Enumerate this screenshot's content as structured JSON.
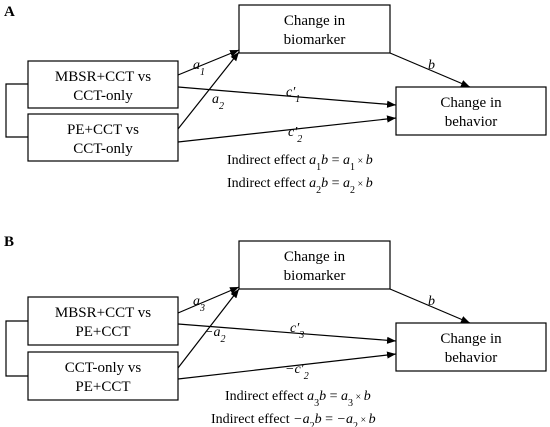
{
  "panelA": {
    "label": "A",
    "mediator": [
      "Change in",
      "biomarker"
    ],
    "x1": [
      "MBSR+CCT vs",
      "CCT-only"
    ],
    "x2": [
      "PE+CCT vs",
      "CCT-only"
    ],
    "outcome": [
      "Change in",
      "behavior"
    ],
    "paths": {
      "a1": {
        "base": "a",
        "sub": "1"
      },
      "a2": {
        "base": "a",
        "sub": "2"
      },
      "b": {
        "base": "b",
        "sub": ""
      },
      "c1": {
        "base": "c′",
        "sub": "1"
      },
      "c2": {
        "base": "c′",
        "sub": "2"
      }
    },
    "eq1": {
      "prefix": "Indirect effect ",
      "a": "a",
      "asub": "1",
      "b": "b",
      "mid": " = ",
      "r": "a",
      "rsub": "1",
      "times": " × ",
      "rb": "b"
    },
    "eq2": {
      "prefix": "Indirect effect ",
      "a": "a",
      "asub": "2",
      "b": "b",
      "mid": " = ",
      "r": "a",
      "rsub": "2",
      "times": " × ",
      "rb": "b"
    }
  },
  "panelB": {
    "label": "B",
    "mediator": [
      "Change in",
      "biomarker"
    ],
    "x1": [
      "MBSR+CCT vs",
      "PE+CCT"
    ],
    "x2": [
      "CCT-only vs",
      "PE+CCT"
    ],
    "outcome": [
      "Change in",
      "behavior"
    ],
    "paths": {
      "a3": {
        "base": "a",
        "sub": "3"
      },
      "a2": {
        "base": "−a",
        "sub": "2"
      },
      "b": {
        "base": "b",
        "sub": ""
      },
      "c3": {
        "base": "c′",
        "sub": "3"
      },
      "c2": {
        "base": "−c′",
        "sub": "2"
      }
    },
    "eq1": {
      "prefix": "Indirect effect ",
      "a": "a",
      "asub": "3",
      "b": "b",
      "mid": " = ",
      "r": "a",
      "rsub": "3",
      "times": " × ",
      "rb": "b"
    },
    "eq2": {
      "prefix": "Indirect effect ",
      "a": "−a",
      "asub": "2",
      "b": "b",
      "mid": " = ",
      "r": "−a",
      "rsub": "2",
      "times": " × ",
      "rb": "b"
    }
  }
}
